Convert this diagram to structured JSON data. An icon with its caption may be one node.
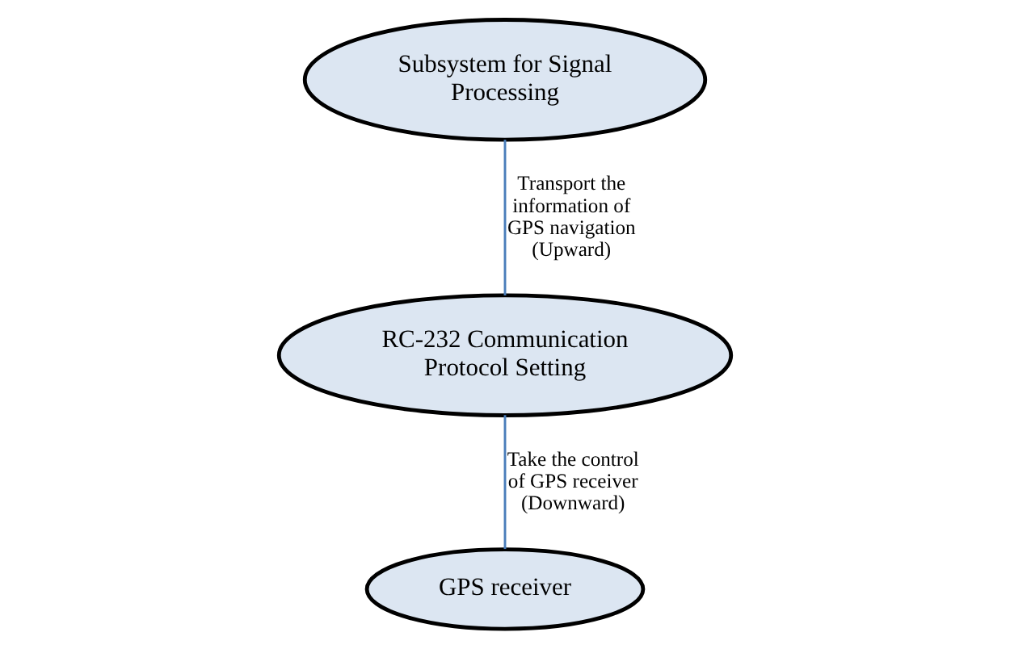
{
  "diagram": {
    "nodes": [
      {
        "text": [
          "Subsystem for Signal Processing"
        ]
      },
      {
        "text": [
          "RC-232 Communication Protocol Setting"
        ]
      },
      {
        "text": [
          "GPS receiver"
        ]
      }
    ],
    "edges": [
      {
        "from": 0,
        "to": 1,
        "arrow": "none",
        "label": "Transport the information of GPS navigation (Upward)"
      },
      {
        "from": 1,
        "to": 2,
        "arrow": "none",
        "label": "Take the control of GPS receiver (Downward)"
      }
    ]
  }
}
